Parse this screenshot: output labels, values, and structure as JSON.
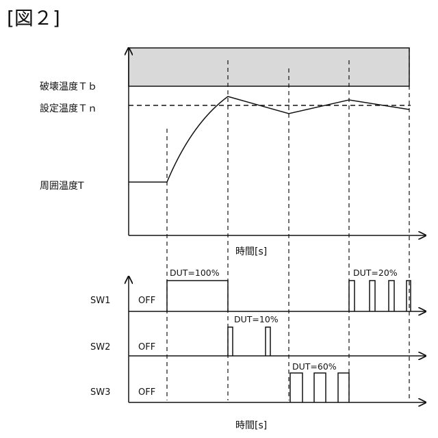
{
  "figure_title": "[図２]",
  "temperature_chart": {
    "y_labels": {
      "destruction_temp": "破壊温度Ｔｂ",
      "set_temp": "設定温度Ｔｎ",
      "ambient_temp": "周囲温度T"
    },
    "x_axis_label": "時間[s]"
  },
  "switch_chart": {
    "x_axis_label": "時間[s]",
    "rows": [
      {
        "name": "SW1",
        "state_label": "OFF"
      },
      {
        "name": "SW2",
        "state_label": "OFF"
      },
      {
        "name": "SW3",
        "state_label": "OFF"
      }
    ],
    "duty_labels": [
      {
        "row": "SW1",
        "text": "DUT=100%"
      },
      {
        "row": "SW2",
        "text": "DUT=10%"
      },
      {
        "row": "SW3",
        "text": "DUT=60%"
      },
      {
        "row": "SW1",
        "text": "DUT=20%"
      }
    ]
  }
}
